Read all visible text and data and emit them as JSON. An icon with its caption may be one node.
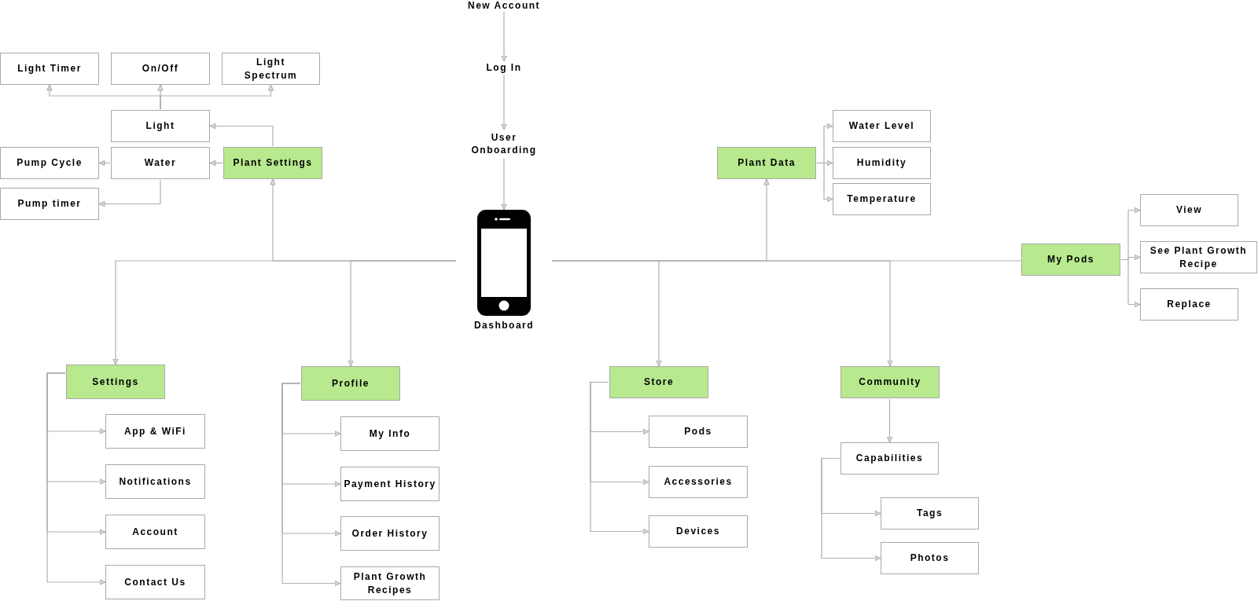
{
  "diagram": {
    "nodes": [
      {
        "text": [
          "New Account"
        ]
      },
      {
        "text": [
          "Log In"
        ]
      },
      {
        "text": [
          "User Onboarding"
        ]
      },
      {
        "text": [
          "Dashboard"
        ]
      },
      {
        "text": [
          "Plant Settings"
        ]
      },
      {
        "text": [
          "Light"
        ]
      },
      {
        "text": [
          "Water"
        ]
      },
      {
        "text": [
          "Light Timer"
        ]
      },
      {
        "text": [
          "On/Off"
        ]
      },
      {
        "text": [
          "Light Spectrum"
        ]
      },
      {
        "text": [
          "Pump Cycle"
        ]
      },
      {
        "text": [
          "Pump timer"
        ]
      },
      {
        "text": [
          "Settings"
        ]
      },
      {
        "text": [
          "App & WiFi"
        ]
      },
      {
        "text": [
          "Notifications"
        ]
      },
      {
        "text": [
          "Account"
        ]
      },
      {
        "text": [
          "Contact Us"
        ]
      },
      {
        "text": [
          "Profile"
        ]
      },
      {
        "text": [
          "My Info"
        ]
      },
      {
        "text": [
          "Payment History"
        ]
      },
      {
        "text": [
          "Order History"
        ]
      },
      {
        "text": [
          "Plant Growth Recipes"
        ]
      },
      {
        "text": [
          "Plant Data"
        ]
      },
      {
        "text": [
          "Water Level"
        ]
      },
      {
        "text": [
          "Humidity"
        ]
      },
      {
        "text": [
          "Temperature"
        ]
      },
      {
        "text": [
          "Store"
        ]
      },
      {
        "text": [
          "Pods"
        ]
      },
      {
        "text": [
          "Accessories"
        ]
      },
      {
        "text": [
          "Devices"
        ]
      },
      {
        "text": [
          "Community"
        ]
      },
      {
        "text": [
          "Capabilities"
        ]
      },
      {
        "text": [
          "Tags"
        ]
      },
      {
        "text": [
          "Photos"
        ]
      },
      {
        "text": [
          "My Pods"
        ]
      },
      {
        "text": [
          "View"
        ]
      },
      {
        "text": [
          "See Plant Growth Recipe"
        ]
      },
      {
        "text": [
          "Replace"
        ]
      }
    ],
    "edges": [
      {
        "from": 0,
        "to": 1,
        "arrow": "to"
      },
      {
        "from": 1,
        "to": 2,
        "arrow": "to"
      },
      {
        "from": 2,
        "to": 3,
        "arrow": "to"
      },
      {
        "from": 3,
        "to": 4,
        "arrow": "to"
      },
      {
        "from": 3,
        "to": 12,
        "arrow": "to"
      },
      {
        "from": 3,
        "to": 17,
        "arrow": "to"
      },
      {
        "from": 3,
        "to": 22,
        "arrow": "to"
      },
      {
        "from": 3,
        "to": 26,
        "arrow": "to"
      },
      {
        "from": 3,
        "to": 30,
        "arrow": "to"
      },
      {
        "from": 3,
        "to": 34,
        "arrow": "none"
      },
      {
        "from": 4,
        "to": 5,
        "arrow": "to"
      },
      {
        "from": 4,
        "to": 6,
        "arrow": "to"
      },
      {
        "from": 5,
        "to": 7,
        "arrow": "to"
      },
      {
        "from": 5,
        "to": 8,
        "arrow": "to"
      },
      {
        "from": 5,
        "to": 9,
        "arrow": "to"
      },
      {
        "from": 6,
        "to": 10,
        "arrow": "to"
      },
      {
        "from": 6,
        "to": 11,
        "arrow": "to"
      },
      {
        "from": 12,
        "to": 13,
        "arrow": "to"
      },
      {
        "from": 12,
        "to": 14,
        "arrow": "to"
      },
      {
        "from": 12,
        "to": 15,
        "arrow": "to"
      },
      {
        "from": 12,
        "to": 16,
        "arrow": "to"
      },
      {
        "from": 17,
        "to": 18,
        "arrow": "to"
      },
      {
        "from": 17,
        "to": 19,
        "arrow": "to"
      },
      {
        "from": 17,
        "to": 20,
        "arrow": "to"
      },
      {
        "from": 17,
        "to": 21,
        "arrow": "to"
      },
      {
        "from": 22,
        "to": 23,
        "arrow": "to"
      },
      {
        "from": 22,
        "to": 24,
        "arrow": "to"
      },
      {
        "from": 22,
        "to": 25,
        "arrow": "to"
      },
      {
        "from": 26,
        "to": 27,
        "arrow": "to"
      },
      {
        "from": 26,
        "to": 28,
        "arrow": "to"
      },
      {
        "from": 26,
        "to": 29,
        "arrow": "to"
      },
      {
        "from": 30,
        "to": 31,
        "arrow": "to"
      },
      {
        "from": 31,
        "to": 32,
        "arrow": "to"
      },
      {
        "from": 31,
        "to": 33,
        "arrow": "to"
      },
      {
        "from": 34,
        "to": 35,
        "arrow": "to"
      },
      {
        "from": 34,
        "to": 36,
        "arrow": "to"
      },
      {
        "from": 34,
        "to": 37,
        "arrow": "to"
      }
    ]
  }
}
